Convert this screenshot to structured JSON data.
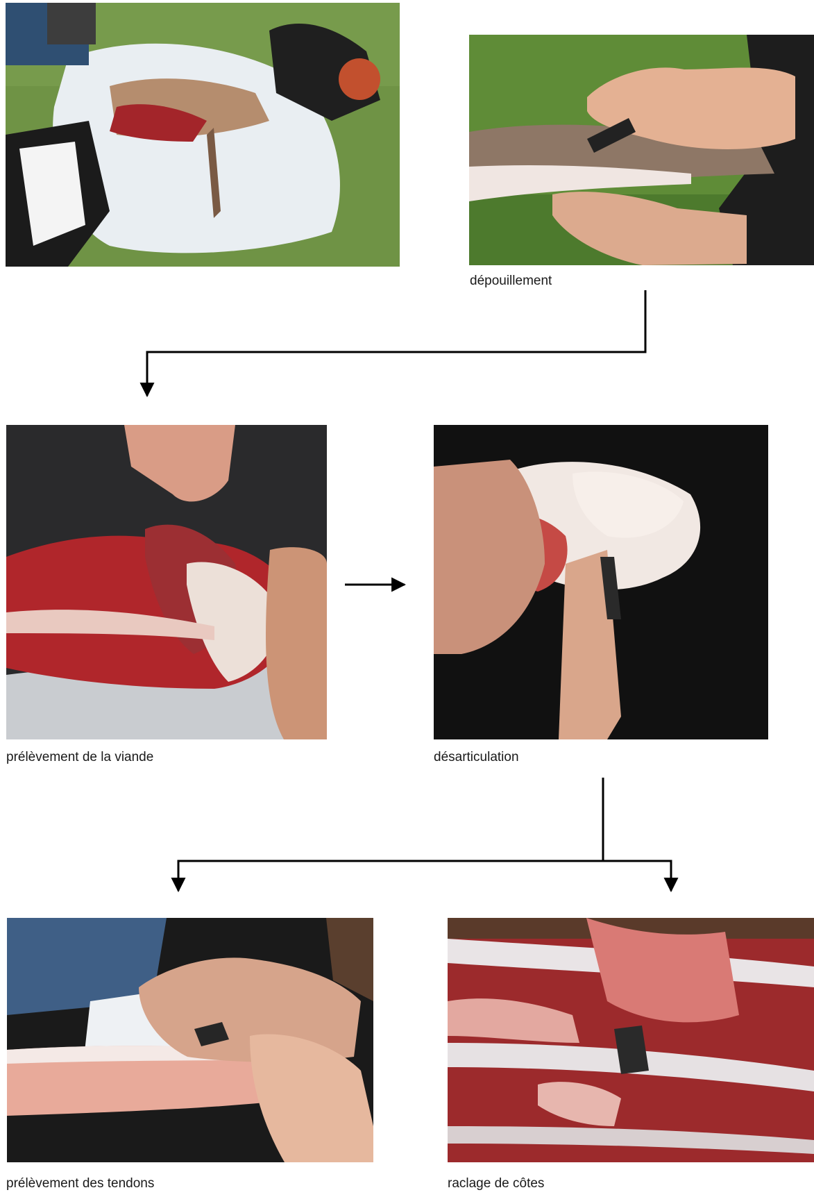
{
  "steps": {
    "skinning": "dépouillement",
    "meat_removal": "prélèvement de la viande",
    "disarticulation": "désarticulation",
    "tendon_removal": "prélèvement des tendons",
    "rib_scraping": "raclage de côtes"
  },
  "colors": {
    "grass": "#5e8a3a",
    "meat": "#b8242a",
    "skin": "#e0b49a",
    "fat": "#eee2d8",
    "dark_bg": "#141414",
    "arrow": "#000000"
  }
}
